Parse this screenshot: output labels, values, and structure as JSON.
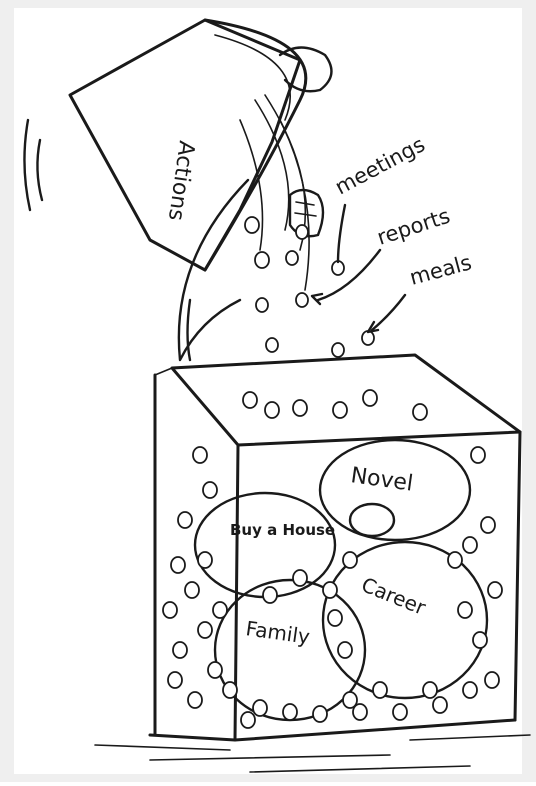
{
  "bucket": {
    "label": "Actions"
  },
  "annotations": [
    {
      "text": "meetings"
    },
    {
      "text": "reports"
    },
    {
      "text": "meals"
    }
  ],
  "rocks": [
    {
      "label": "Novel"
    },
    {
      "label": "Buy a House"
    },
    {
      "label": "Career"
    },
    {
      "label": "Family"
    }
  ],
  "colors": {
    "ink": "#1a1a1a",
    "paper": "#ffffff",
    "frame": "#e9e9e9"
  }
}
